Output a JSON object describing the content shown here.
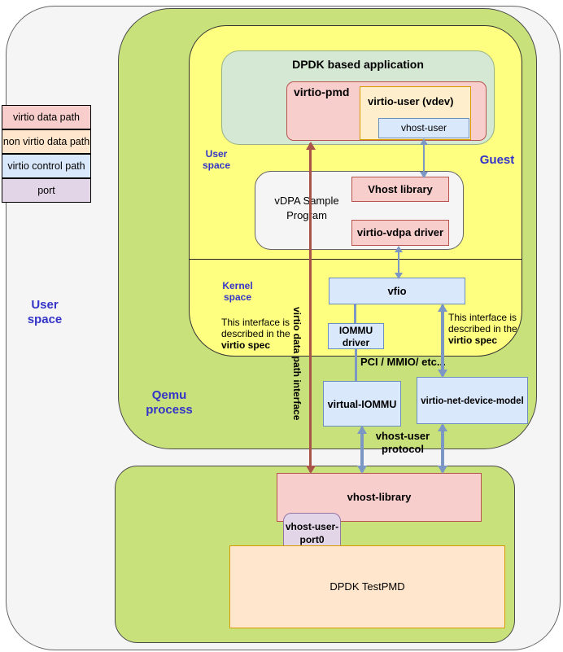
{
  "colors": {
    "gray_fill": "#f5f5f5",
    "gray_border": "#666666",
    "green_fill": "#c8e17a",
    "yellow_fill": "#feff80",
    "pale_green_fill": "#d5e8d4",
    "pale_green_border": "#96b287",
    "pink_fill": "#f8cecc",
    "pink_border": "#b85450",
    "cream_fill": "#ffeecb",
    "orange_fill": "#ffe6cc",
    "orange_border": "#d79b00",
    "blue_fill": "#dae8fc",
    "blue_border": "#6c8ebf",
    "purple_fill": "#e1d5e7",
    "purple_border": "#9673a6",
    "label_blue": "#3434c8",
    "arrow_red": "#a9544a",
    "arrow_blue": "#7d97c5"
  },
  "legend": {
    "items": [
      {
        "label": "virtio data path"
      },
      {
        "label": "non virtio data path"
      },
      {
        "label": "virtio control path"
      },
      {
        "label": "port"
      }
    ]
  },
  "outer": {
    "label": "User space"
  },
  "qemu": {
    "label": "Qemu process",
    "virtual_iommu": "virtual-IOMMU",
    "virtio_net_device_model": "virtio-net-device-model"
  },
  "guest": {
    "label": "Guest",
    "user_space_label": "User space",
    "kernel_space_label": "Kernel space"
  },
  "dpdk_app": {
    "title": "DPDK based application",
    "virtio_pmd": "virtio-pmd",
    "virtio_user": "virtio-user (vdev)",
    "vhost_user": "vhost-user"
  },
  "vdpa": {
    "label": "vDPA Sample Program",
    "vhost_library": "Vhost library",
    "virtio_vdpa_driver": "virtio-vdpa driver"
  },
  "kernel": {
    "vfio": "vfio",
    "iommu_driver": "IOMMU driver"
  },
  "annotations": {
    "spec_line1": "This interface is",
    "spec_line2": "described in the",
    "spec_line3": "virtio spec",
    "pci_mmio": "PCI / MMIO/ etc...",
    "vhost_user_protocol": "vhost-user protocol",
    "virtio_data_path_interface": "virtio data path interface"
  },
  "host": {
    "vhost_library": "vhost-library",
    "vhost_user_port": "vhost-user-port0",
    "dpdk_testpmd": "DPDK TestPMD"
  }
}
